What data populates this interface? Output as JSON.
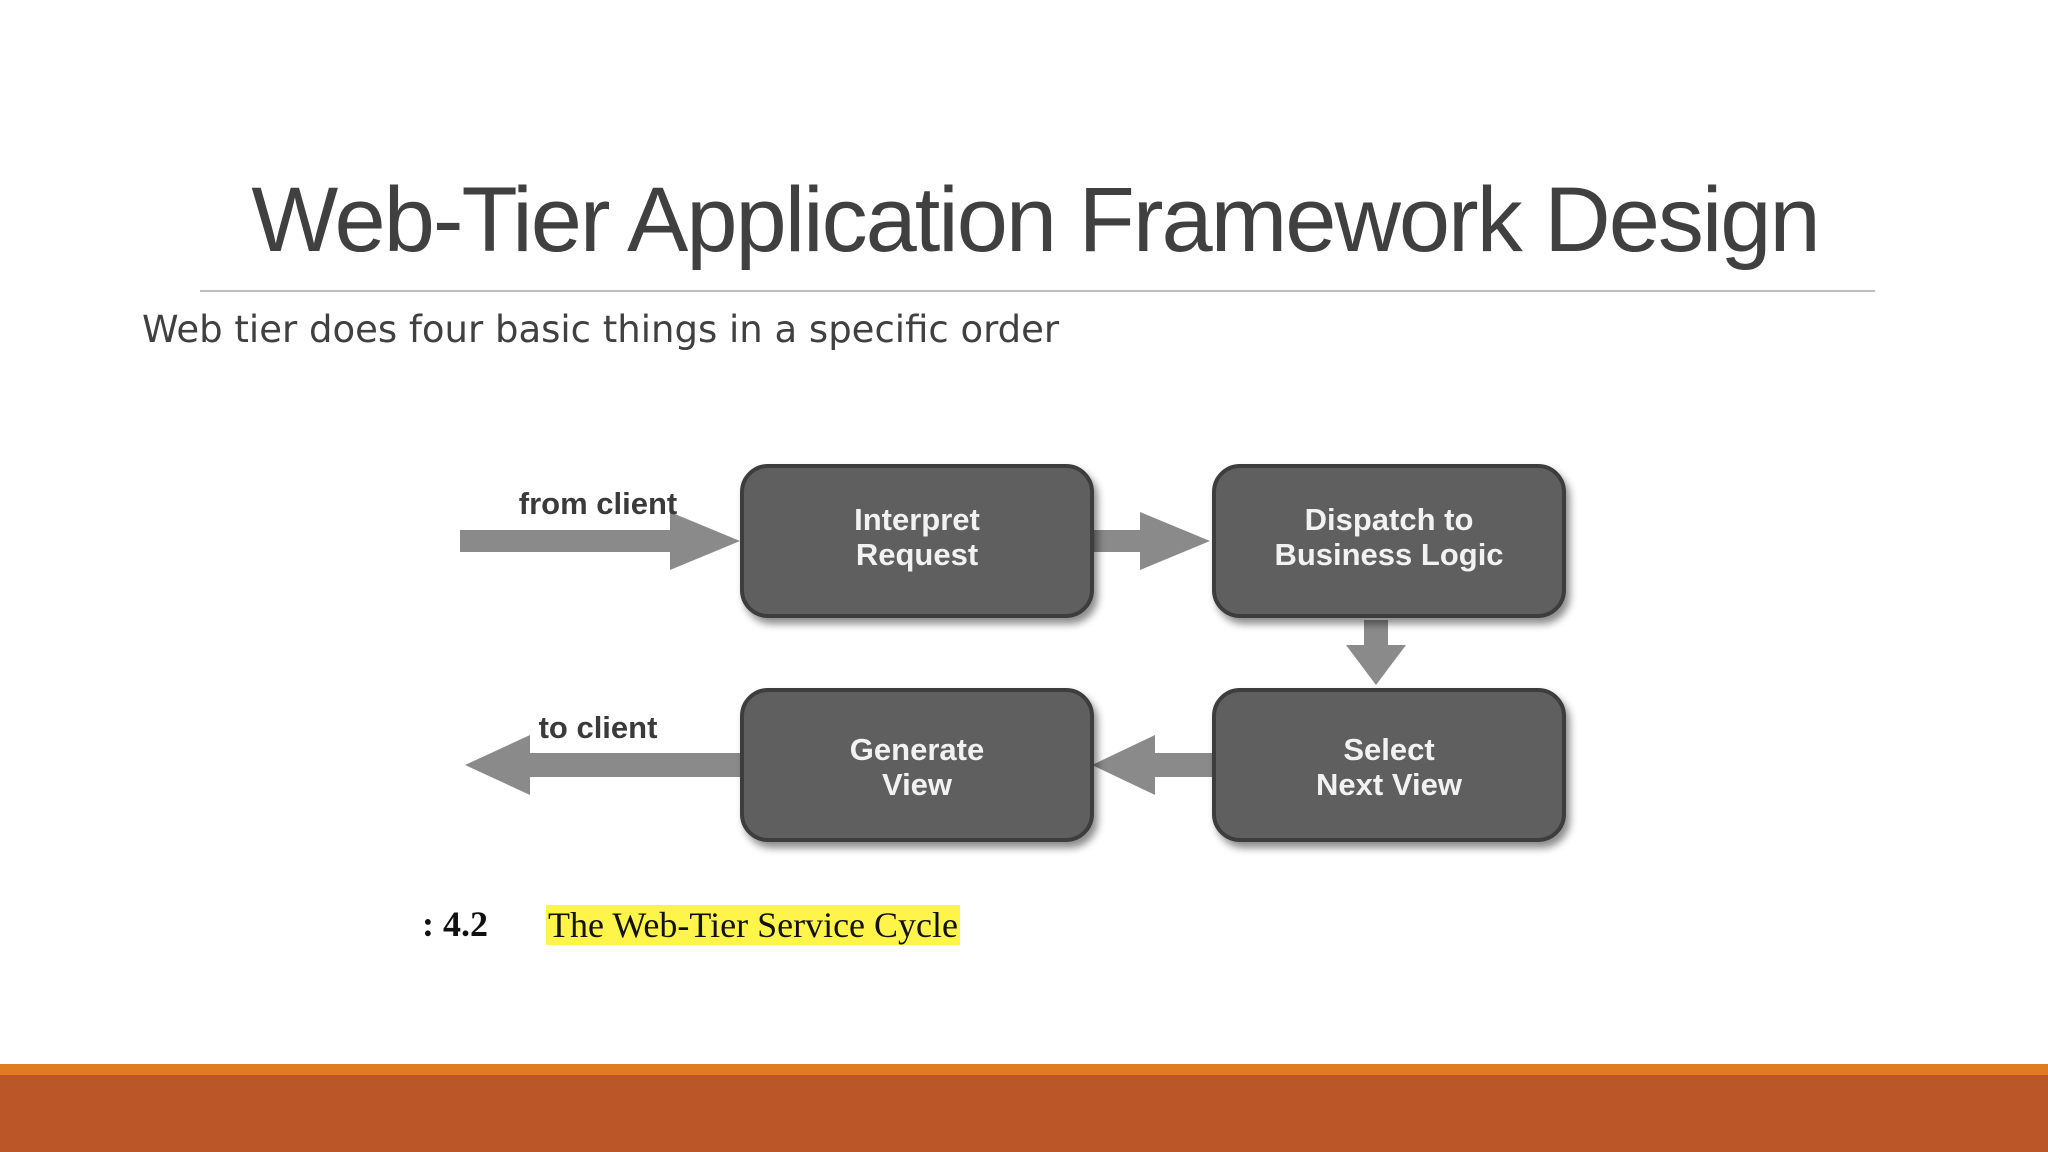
{
  "slide": {
    "title": "Web-Tier Application Framework Design",
    "subtitle": "Web tier does four basic things in a specific order"
  },
  "diagram": {
    "from_label": "from client",
    "to_label": "to client",
    "boxes": [
      {
        "line1": "Interpret",
        "line2": "Request"
      },
      {
        "line1": "Dispatch to",
        "line2": "Business Logic"
      },
      {
        "line1": "Select",
        "line2": "Next View"
      },
      {
        "line1": "Generate",
        "line2": "View"
      }
    ]
  },
  "caption": {
    "number": ": 4.2",
    "text": "The Web-Tier Service Cycle"
  },
  "colors": {
    "box_fill": "#5f5f5f",
    "arrow": "#8a8a8a",
    "highlight": "#fff44a",
    "footer_orange": "#e07b22",
    "footer_rust": "#bb5628"
  }
}
